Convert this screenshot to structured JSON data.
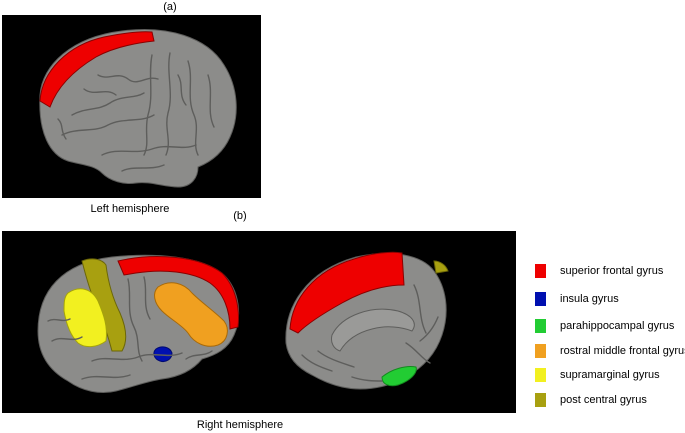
{
  "panel_a": {
    "title": "(a)",
    "caption": "Left hemisphere"
  },
  "panel_b": {
    "title": "(b)",
    "caption": "Right hemisphere"
  },
  "colors": {
    "cortex": "#8c8c8a",
    "background": "#000000",
    "superior_frontal": "#ee0000",
    "insula": "#0010b0",
    "parahippocampal": "#22cc33",
    "rostral_middle_frontal": "#f0a020",
    "supramarginal": "#f2f020",
    "post_central": "#a8a010"
  },
  "legend": {
    "items": [
      {
        "label": "superior frontal gyrus",
        "color": "#ee0000"
      },
      {
        "label": "insula gyrus",
        "color": "#0010b0"
      },
      {
        "label": "parahippocampal gyrus",
        "color": "#22cc33"
      },
      {
        "label": "rostral middle frontal gyrus",
        "color": "#f0a020"
      },
      {
        "label": "supramarginal gyrus",
        "color": "#f2f020"
      },
      {
        "label": "post central gyrus",
        "color": "#a8a010"
      }
    ]
  }
}
